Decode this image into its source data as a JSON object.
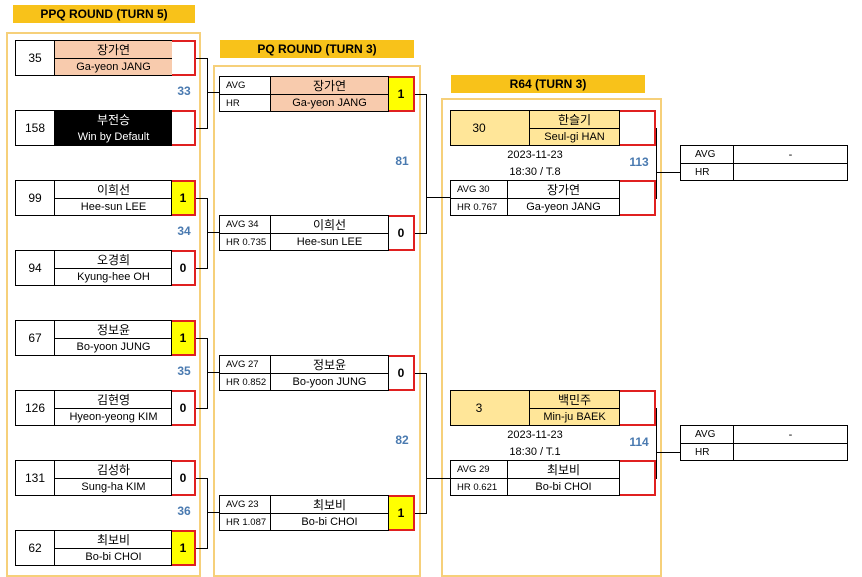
{
  "headers": {
    "ppq": "PPQ ROUND (TURN 5)",
    "pq": "PQ ROUND (TURN 3)",
    "r64": "R64 (TURN 3)"
  },
  "ppq_players": [
    {
      "seed": "35",
      "kr": "장가연",
      "en": "Ga-yeon JANG",
      "score": "",
      "style": "peach"
    },
    {
      "seed": "158",
      "kr": "부전승",
      "en": "Win by Default",
      "score": "",
      "style": "black"
    },
    {
      "seed": "99",
      "kr": "이희선",
      "en": "Hee-sun LEE",
      "score": "1",
      "style": "win"
    },
    {
      "seed": "94",
      "kr": "오경희",
      "en": "Kyung-hee OH",
      "score": "0",
      "style": "lose"
    },
    {
      "seed": "67",
      "kr": "정보윤",
      "en": "Bo-yoon JUNG",
      "score": "1",
      "style": "win"
    },
    {
      "seed": "126",
      "kr": "김현영",
      "en": "Hyeon-yeong KIM",
      "score": "0",
      "style": "lose"
    },
    {
      "seed": "131",
      "kr": "김성하",
      "en": "Sung-ha KIM",
      "score": "0",
      "style": "lose"
    },
    {
      "seed": "62",
      "kr": "최보비",
      "en": "Bo-bi CHOI",
      "score": "1",
      "style": "win"
    }
  ],
  "ppq_matches": [
    "33",
    "34",
    "35",
    "36"
  ],
  "pq_players": [
    {
      "avg": "AVG",
      "hr": "HR",
      "kr": "장가연",
      "en": "Ga-yeon JANG",
      "score": "1",
      "style": "peach-win"
    },
    {
      "avg": "AVG 34",
      "hr": "HR 0.735",
      "kr": "이희선",
      "en": "Hee-sun LEE",
      "score": "0",
      "style": "lose"
    },
    {
      "avg": "AVG 27",
      "hr": "HR 0.852",
      "kr": "정보윤",
      "en": "Bo-yoon JUNG",
      "score": "0",
      "style": "lose"
    },
    {
      "avg": "AVG 23",
      "hr": "HR 1.087",
      "kr": "최보비",
      "en": "Bo-bi CHOI",
      "score": "1",
      "style": "win"
    }
  ],
  "pq_matches": [
    "81",
    "82"
  ],
  "r64_blocks": [
    {
      "seed": "30",
      "top_kr": "한슬기",
      "top_en": "Seul-gi HAN",
      "date": "2023-11-23",
      "time": "18:30 / T.8",
      "avg": "AVG 30",
      "hr": "HR 0.767",
      "kr": "장가연",
      "en": "Ga-yeon JANG",
      "match": "113"
    },
    {
      "seed": "3",
      "top_kr": "백민주",
      "top_en": "Min-ju BAEK",
      "date": "2023-11-23",
      "time": "18:30 / T.1",
      "avg": "AVG 29",
      "hr": "HR 0.621",
      "kr": "최보비",
      "en": "Bo-bi CHOI",
      "match": "114"
    }
  ],
  "next_round": [
    {
      "avg": "AVG",
      "avg_val": "-",
      "hr": "HR",
      "hr_val": ""
    },
    {
      "avg": "AVG",
      "avg_val": "-",
      "hr": "HR",
      "hr_val": ""
    }
  ]
}
